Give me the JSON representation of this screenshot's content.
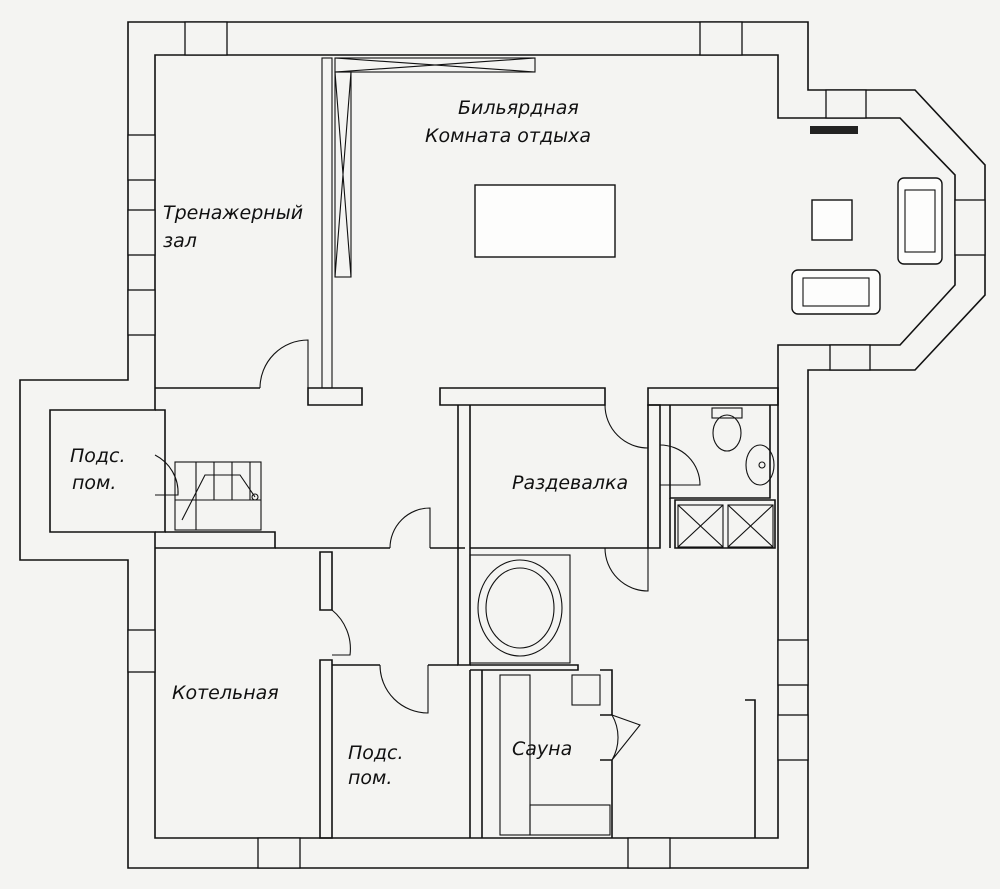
{
  "rooms": {
    "billiard_line1": "Бильярдная",
    "billiard_line2": "Комната отдыха",
    "gym_line1": "Тренажерный",
    "gym_line2": "зал",
    "utility_left_line1": "Подс.",
    "utility_left_line2": "пом.",
    "changing_room": "Раздевалка",
    "boiler_room": "Котельная",
    "utility_bottom_line1": "Подс.",
    "utility_bottom_line2": "пом.",
    "sauna": "Сауна"
  }
}
